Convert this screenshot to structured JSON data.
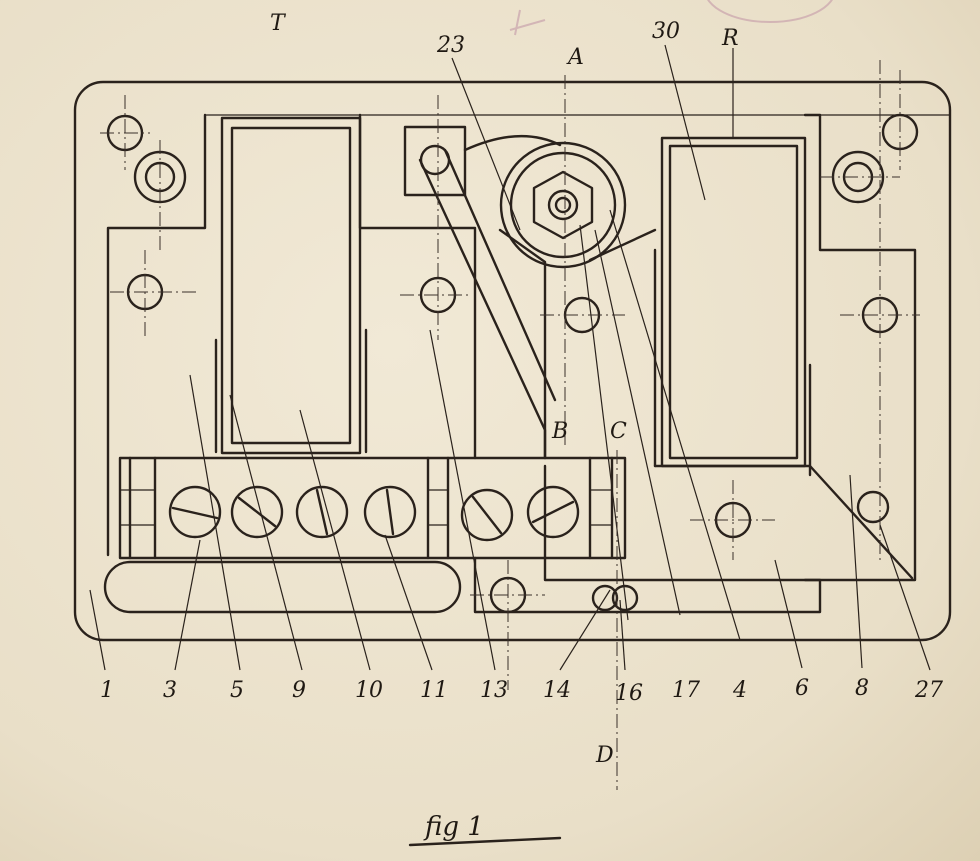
{
  "figure": {
    "caption": "fig 1",
    "top_labels": {
      "T": "T",
      "n23": "23",
      "A": "A",
      "n30": "30",
      "R": "R"
    },
    "inner_labels": {
      "B": "B",
      "C": "C",
      "D": "D"
    },
    "bottom_labels": [
      "1",
      "3",
      "5",
      "9",
      "10",
      "11",
      "13",
      "14",
      "16",
      "17",
      "4",
      "6",
      "8",
      "27"
    ]
  },
  "colors": {
    "paper": "#ece3cf",
    "ink": "#2a221c",
    "stamp": "#c9a3ad"
  }
}
